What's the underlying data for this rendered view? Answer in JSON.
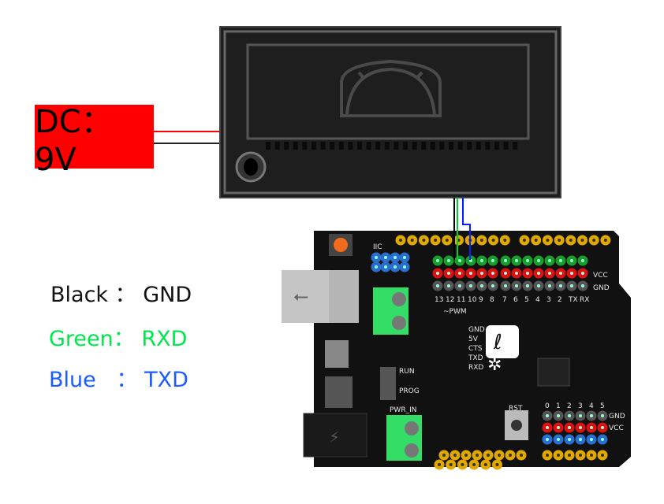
{
  "power_label": "DC：9V",
  "legend": [
    {
      "text": "Black ： GND",
      "color": "#111111"
    },
    {
      "text": "Green： RXD",
      "color": "#00e64d"
    },
    {
      "text": "Blue   ： TXD",
      "color": "#1a5cff"
    }
  ],
  "wire_colors": {
    "power_positive": "#ff0000",
    "power_negative": "#222222",
    "gnd": "#000000",
    "rxd": "#00cc33",
    "txd": "#0022ff"
  },
  "board": {
    "digital_pins": [
      "13",
      "12",
      "11",
      "10",
      "9",
      "8",
      "7",
      "6",
      "5",
      "4",
      "3",
      "2",
      "TX",
      "RX"
    ],
    "analog_pins": [
      "0",
      "1",
      "2",
      "3",
      "4",
      "5"
    ],
    "vcc": "VCC",
    "gnd": "GND",
    "pwm": "~PWM",
    "rst": "RST",
    "run": "RUN",
    "prog": "PROG",
    "pwr_in": "PWR_IN",
    "iic": "IIC",
    "xbee_pins": [
      "GND",
      "5V",
      "CTS",
      "TXD",
      "RXD"
    ]
  }
}
